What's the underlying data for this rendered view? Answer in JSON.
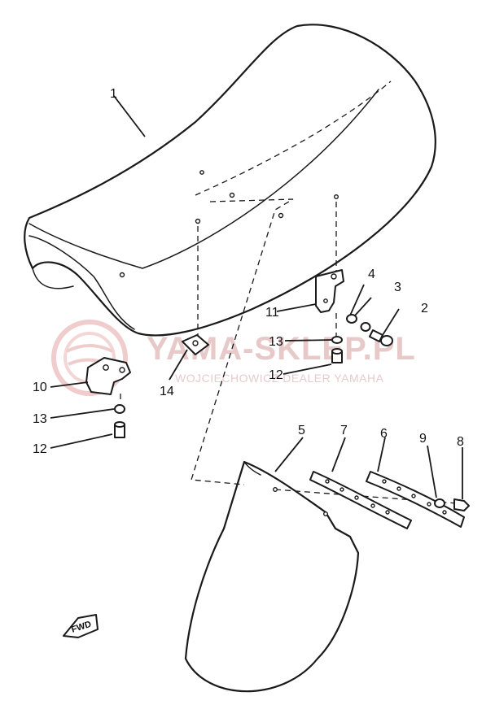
{
  "watermark": {
    "brand": "YAMA-SKLEP.PL",
    "subtitle": "WOJCIECHOWICZ DEALER YAMAHA",
    "color": "#e8c9c9"
  },
  "direction_marker": {
    "label": "FWD"
  },
  "callouts": [
    {
      "id": "c1",
      "number": "1"
    },
    {
      "id": "c2",
      "number": "2"
    },
    {
      "id": "c3",
      "number": "3"
    },
    {
      "id": "c4",
      "number": "4"
    },
    {
      "id": "c5",
      "number": "5"
    },
    {
      "id": "c6",
      "number": "6"
    },
    {
      "id": "c7",
      "number": "7"
    },
    {
      "id": "c8",
      "number": "8"
    },
    {
      "id": "c9",
      "number": "9"
    },
    {
      "id": "c10",
      "number": "10"
    },
    {
      "id": "c11",
      "number": "11"
    },
    {
      "id": "c12a",
      "number": "12"
    },
    {
      "id": "c12b",
      "number": "12"
    },
    {
      "id": "c13a",
      "number": "13"
    },
    {
      "id": "c13b",
      "number": "13"
    },
    {
      "id": "c14",
      "number": "14"
    }
  ]
}
